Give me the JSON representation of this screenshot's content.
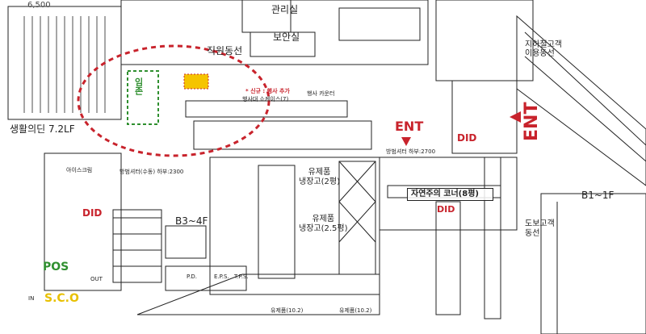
{
  "labels": {
    "management_office": "관리실",
    "security_office": "보안실",
    "staff_line": "직원동선",
    "living_goods": "생활의딘 7.2LF",
    "stair_650": "6,500",
    "subway_line": "지하철고객\n이용동선",
    "ent_left": "ENT",
    "ent_right": "ENT",
    "did_1": "DID",
    "did_2": "DID",
    "did_3": "DID",
    "natural_corner": "자연주의 코너(8평)",
    "dairy_fridge_1": "유제품\n냉장고(2평)",
    "dairy_fridge_2": "유제품\n냉장고(2.5평)",
    "b3_4f": "B3~4F",
    "b1_1f": "B1~1F",
    "walkway": "도보고객\n동선",
    "pos": "POS",
    "sco": "S.C.O",
    "in": "IN",
    "out": "OUT",
    "ice_cream": "아이스크림",
    "pd": "P.D.",
    "eps": "E.P.S.",
    "tps": "T.P.S.",
    "maintain": "임존",
    "window_display": "행사대 쇼케이스(7)",
    "dairy_case_1": "유제품(10.2)",
    "dairy_case_2": "유제품(10.2)",
    "new_stand": "* 신규 : 행사 추가",
    "counter_note": "행사 카운터",
    "width_note": "방범셔터 하부:2700",
    "width_note_2": "방범셔터(수동) 하부:2300"
  },
  "colors": {
    "red": "#c8232c",
    "green": "#2f8f2f",
    "yellow": "#e8c000",
    "dash_red": "#c8232c"
  }
}
